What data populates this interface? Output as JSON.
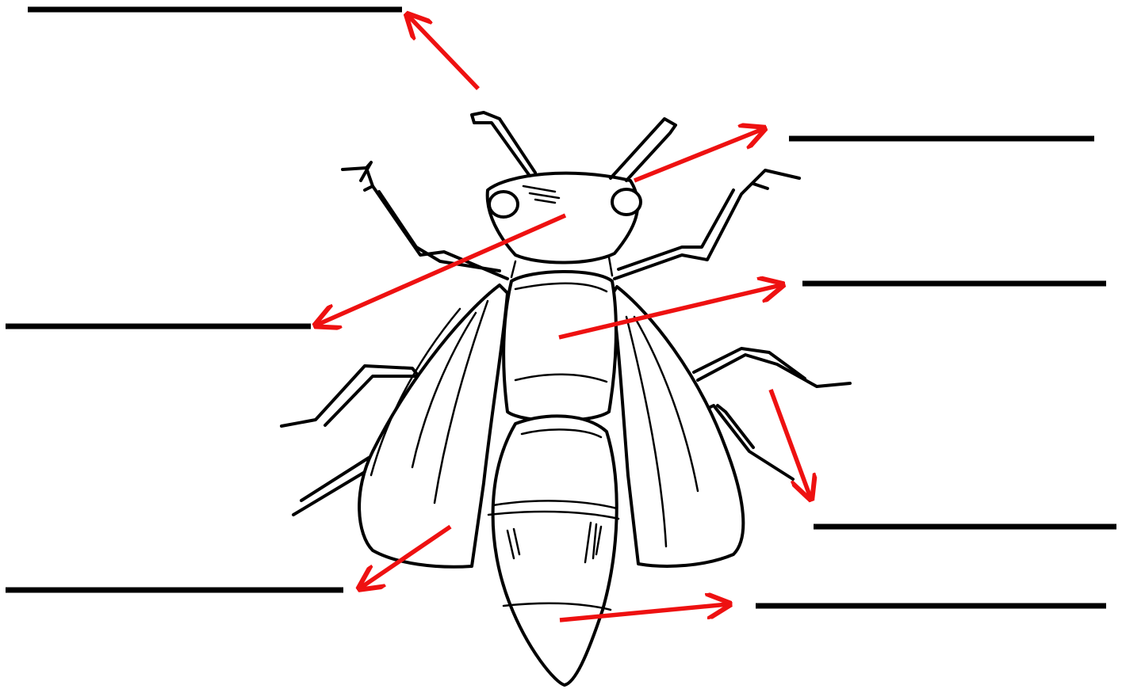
{
  "worksheet": {
    "subject": "insect",
    "label_count": 7,
    "labels": [
      "",
      "",
      "",
      "",
      "",
      "",
      ""
    ]
  },
  "colors": {
    "background": "#ffffff",
    "line_art": "#000000",
    "answer_line": "#000000",
    "arrow": "#ee1111"
  },
  "icons": {
    "drawing": "wasp-illustration",
    "pointer": "red-arrow"
  }
}
